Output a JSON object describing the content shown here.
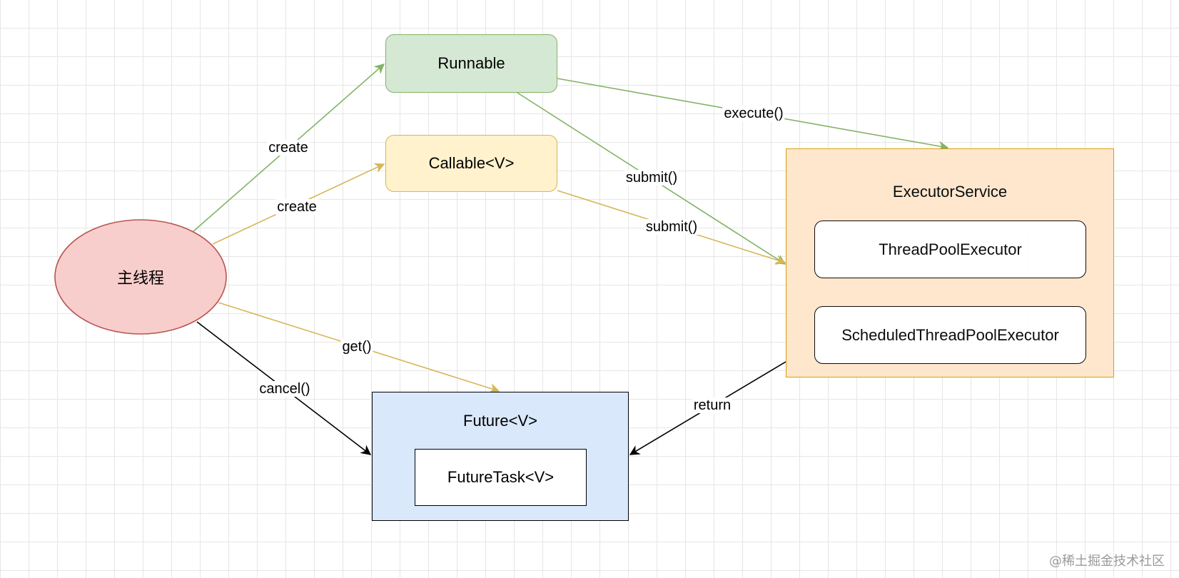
{
  "nodes": {
    "main_thread": "主线程",
    "runnable": "Runnable",
    "callable": "Callable<V>",
    "executor_service": "ExecutorService",
    "thread_pool_executor": "ThreadPoolExecutor",
    "scheduled_thread_pool_executor": "ScheduledThreadPoolExecutor",
    "future": "Future<V>",
    "future_task": "FutureTask<V>"
  },
  "edges": {
    "main_to_runnable": "create",
    "main_to_callable": "create",
    "runnable_to_executor_execute": "execute()",
    "runnable_to_executor_submit": "submit()",
    "callable_to_executor_submit": "submit()",
    "main_to_future_get": "get()",
    "main_to_future_cancel": "cancel()",
    "executor_to_future_return": "return"
  },
  "watermark": "@稀土掘金技术社区",
  "colors": {
    "green_fill": "#d5e8d4",
    "green_stroke": "#82b366",
    "yellow_fill": "#fff2cc",
    "yellow_stroke": "#d6b656",
    "orange_fill": "#ffe6cc",
    "orange_stroke": "#d79b00",
    "blue_fill": "#dae8fc",
    "blue_stroke": "#6c8ebf",
    "red_fill": "#f8cecc",
    "red_stroke": "#b85450",
    "black": "#000000"
  }
}
